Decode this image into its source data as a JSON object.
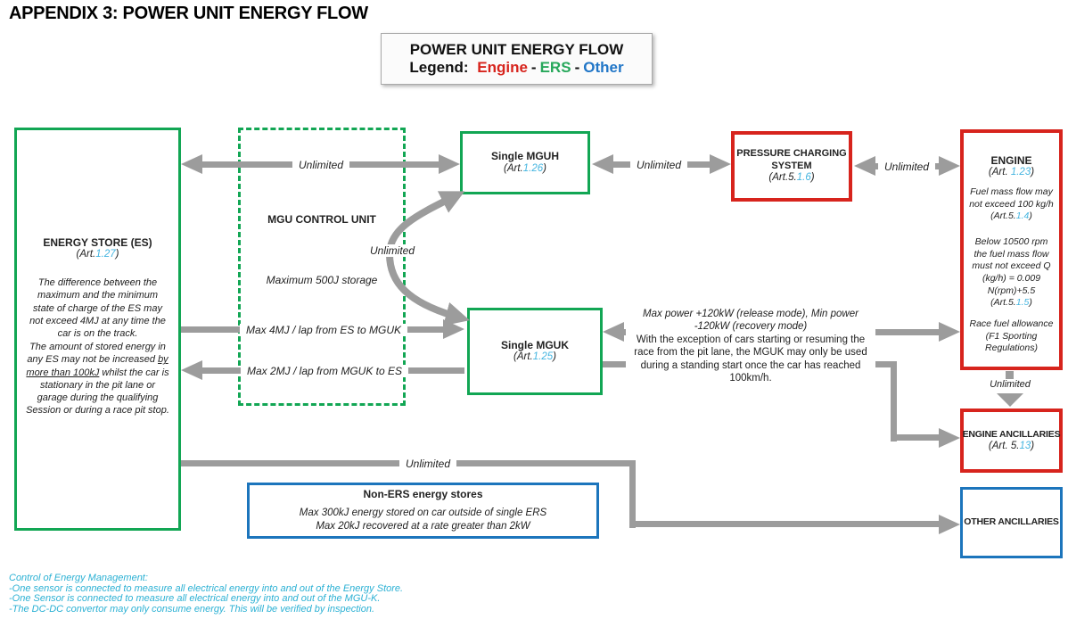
{
  "title": "APPENDIX 3: POWER UNIT ENERGY FLOW",
  "legend": {
    "title": "POWER UNIT ENERGY FLOW",
    "label": "Legend:",
    "engine": "Engine",
    "ers": "ERS",
    "other": "Other",
    "separator": "-"
  },
  "colors": {
    "engine_red": "#d7241d",
    "ers_green": "#12a654",
    "other_blue": "#1c75bc",
    "article_blue": "#45b5e0",
    "arrow_gray": "#9c9c9c",
    "note_cyan": "#2cb1d4"
  },
  "boxes": {
    "energy_store": {
      "title": "ENERGY STORE (ES)",
      "art_prefix": "(Art.",
      "art_num": "1.27",
      "art_suffix": ")",
      "para1": "The difference between the maximum and the minimum state of charge of the ES may not exceed 4MJ at any time the car is on the track.",
      "para2_before": "The amount of stored energy in any ES may not be increased ",
      "para2_underline": "by more than 100kJ",
      "para2_after": " whilst the car is stationary in the pit lane or garage during the qualifying Session or during a race pit stop."
    },
    "mgu_control": {
      "title": "MGU CONTROL UNIT",
      "storage": "Maximum 500J storage"
    },
    "mguh": {
      "title": "Single MGUH",
      "art_prefix": "(Art.",
      "art_num": "1.26",
      "art_suffix": ")"
    },
    "pcs": {
      "title": "PRESSURE CHARGING SYSTEM",
      "art_prefix": "(Art.5.",
      "art_num": "1.6",
      "art_suffix": ")"
    },
    "engine": {
      "title": "ENGINE",
      "art_prefix": "(Art. ",
      "art_num": "1.23",
      "art_suffix": ")",
      "p1_before": "Fuel mass flow may not exceed 100 kg/h (Art.5.",
      "p1_num": "1.4",
      "p1_after": ")",
      "p2_before": "Below 10500 rpm the fuel mass flow must not exceed Q (kg/h) = 0.009 N(rpm)+5.5 (Art.5.",
      "p2_num": "1.5",
      "p2_after": ")",
      "p3": "Race fuel allowance (F1 Sporting Regulations)"
    },
    "mguk": {
      "title": "Single MGUK",
      "art_prefix": "(Art.",
      "art_num": "1.25",
      "art_suffix": ")"
    },
    "engine_ancillaries": {
      "title": "ENGINE ANCILLARIES",
      "art_prefix": "(Art. 5.",
      "art_num": "13",
      "art_suffix": ")"
    },
    "non_ers": {
      "title": "Non-ERS energy stores",
      "line1": "Max 300kJ energy stored on car outside of single ERS",
      "line2": "Max 20kJ recovered at a rate greater than 2kW"
    },
    "other_ancillaries": {
      "title": "OTHER ANCILLARIES"
    }
  },
  "arrows": {
    "es_mguh_label": "Unlimited",
    "mguh_pcs_label": "Unlimited",
    "pcs_engine_label": "Unlimited",
    "curve_label": "Unlimited",
    "es_to_mguk_label": "Max 4MJ / lap from ES to MGUK",
    "mguk_to_es_label": "Max 2MJ / lap from MGUK to ES",
    "mguk_engine_note_italic": "Max power +120kW (release mode), Min power -120kW (recovery mode)",
    "mguk_engine_note_plain": "With the exception of cars starting or resuming the race from the pit lane, the MGUK may only be used during a standing start once the car has reached 100km/h.",
    "engine_to_ancillaries_label": "Unlimited",
    "es_to_other_label": "Unlimited"
  },
  "notes": {
    "title": "Control of Energy Management:",
    "lines": [
      "-One sensor is connected to measure all electrical energy into and out of the Energy Store.",
      "-One Sensor is connected to measure all electrical energy into and out of the MGU-K.",
      "-The DC-DC convertor may only consume energy.  This will be verified by inspection."
    ]
  }
}
